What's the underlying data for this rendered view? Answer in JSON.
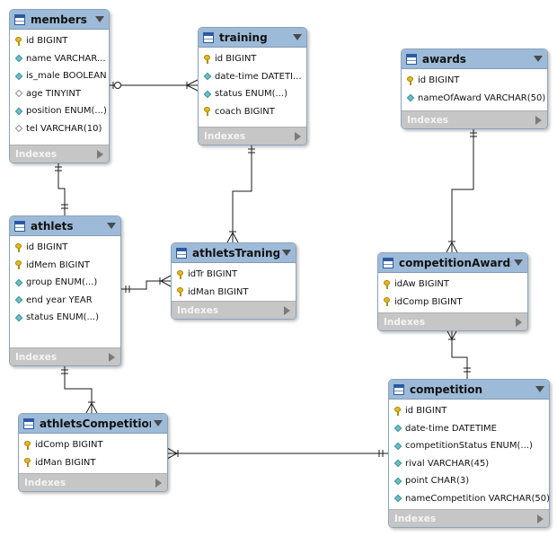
{
  "indexes_label": "Indexes",
  "tables": [
    {
      "id": "members",
      "name": "members",
      "columns": [
        {
          "text": "id BIGINT",
          "icon": "key"
        },
        {
          "text": "name VARCHAR...",
          "icon": "diamond"
        },
        {
          "text": "is_male BOOLEAN",
          "icon": "diamond"
        },
        {
          "text": "age TINYINT",
          "icon": "hollow-diamond"
        },
        {
          "text": "position ENUM(...)",
          "icon": "diamond"
        },
        {
          "text": "tel VARCHAR(10)",
          "icon": "hollow-diamond"
        }
      ]
    },
    {
      "id": "training",
      "name": "training",
      "columns": [
        {
          "text": "id BIGINT",
          "icon": "key"
        },
        {
          "text": "date-time DATETI...",
          "icon": "diamond"
        },
        {
          "text": "status ENUM(...)",
          "icon": "diamond"
        },
        {
          "text": "coach BIGINT",
          "icon": "key"
        }
      ]
    },
    {
      "id": "awards",
      "name": "awards",
      "columns": [
        {
          "text": "id BIGINT",
          "icon": "key"
        },
        {
          "text": "nameOfAward VARCHAR(50)",
          "icon": "diamond"
        }
      ]
    },
    {
      "id": "athlets",
      "name": "athlets",
      "columns": [
        {
          "text": "id BIGINT",
          "icon": "key"
        },
        {
          "text": "idMem BIGINT",
          "icon": "key"
        },
        {
          "text": "group ENUM(...)",
          "icon": "diamond"
        },
        {
          "text": "end year YEAR",
          "icon": "diamond"
        },
        {
          "text": "status ENUM(...)",
          "icon": "diamond"
        }
      ]
    },
    {
      "id": "athletsTraning",
      "name": "athletsTraning",
      "columns": [
        {
          "text": "idTr BIGINT",
          "icon": "key"
        },
        {
          "text": "idMan BIGINT",
          "icon": "key"
        }
      ]
    },
    {
      "id": "competitionAwards",
      "name": "competitionAwards",
      "columns": [
        {
          "text": "idAw BIGINT",
          "icon": "key"
        },
        {
          "text": "idComp BIGINT",
          "icon": "key"
        }
      ]
    },
    {
      "id": "athletsCompetition",
      "name": "athletsCompetition",
      "columns": [
        {
          "text": "idComp BIGINT",
          "icon": "key"
        },
        {
          "text": "idMan BIGINT",
          "icon": "key"
        }
      ]
    },
    {
      "id": "competition",
      "name": "competition",
      "columns": [
        {
          "text": "id BIGINT",
          "icon": "key"
        },
        {
          "text": "date-time DATETIME",
          "icon": "diamond"
        },
        {
          "text": "competitionStatus ENUM(...)",
          "icon": "diamond"
        },
        {
          "text": "rival VARCHAR(45)",
          "icon": "diamond"
        },
        {
          "text": "point CHAR(3)",
          "icon": "diamond"
        },
        {
          "text": "nameCompetition VARCHAR(50)",
          "icon": "diamond"
        }
      ]
    }
  ],
  "relationships": [
    {
      "from": "members",
      "to": "athlets",
      "cardinality": "one-to-one"
    },
    {
      "from": "members",
      "to": "training",
      "cardinality": "zero-or-one-to-many"
    },
    {
      "from": "training",
      "to": "athletsTraning",
      "cardinality": "one-to-many"
    },
    {
      "from": "athlets",
      "to": "athletsTraning",
      "cardinality": "one-to-many"
    },
    {
      "from": "athlets",
      "to": "athletsCompetition",
      "cardinality": "one-to-many"
    },
    {
      "from": "competition",
      "to": "athletsCompetition",
      "cardinality": "one-to-many"
    },
    {
      "from": "awards",
      "to": "competitionAwards",
      "cardinality": "one-to-many"
    },
    {
      "from": "competition",
      "to": "competitionAwards",
      "cardinality": "one-to-many"
    }
  ]
}
